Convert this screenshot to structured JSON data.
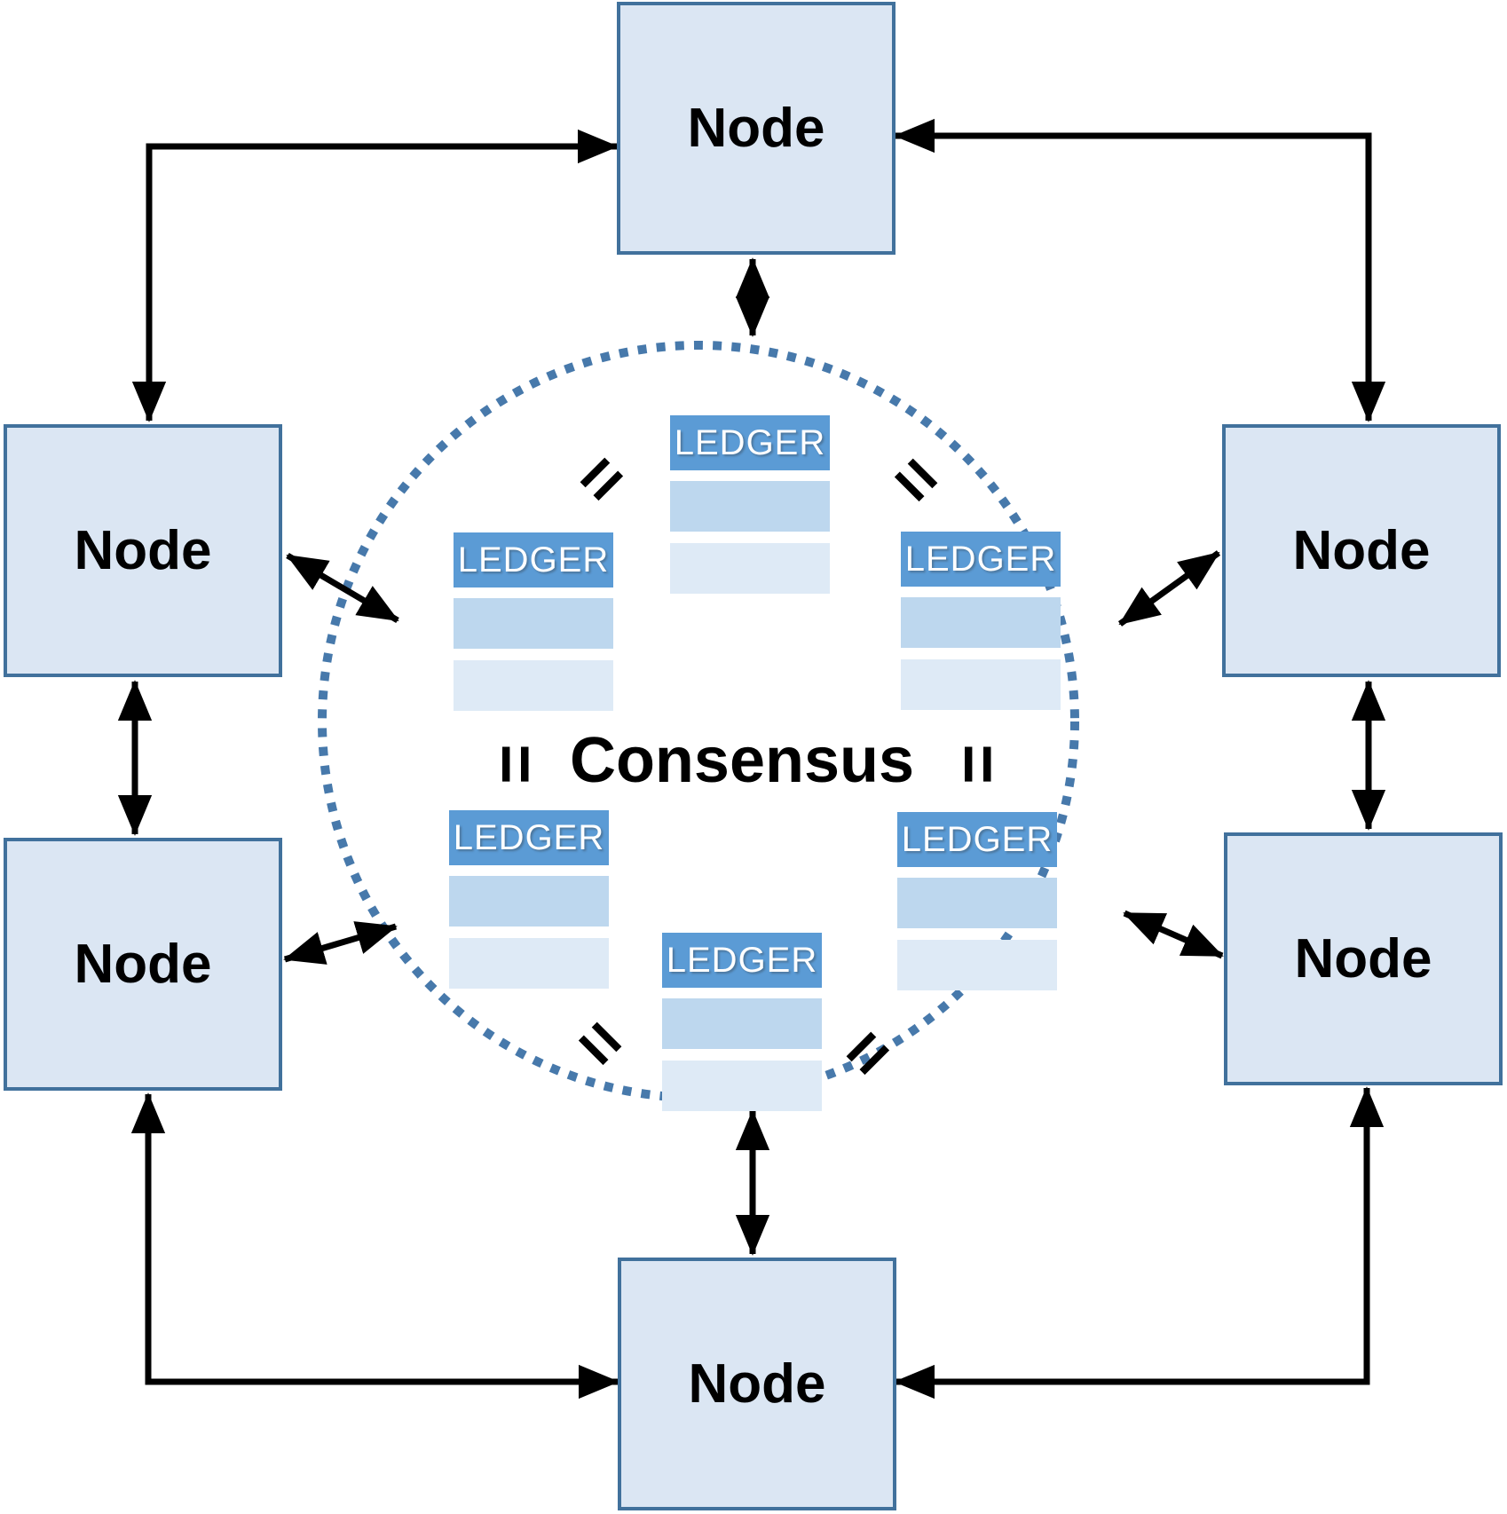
{
  "diagram": {
    "type": "network-consensus-diagram",
    "description_visible_text_only": true
  },
  "nodes": [
    {
      "id": "node-top",
      "label": "Node"
    },
    {
      "id": "node-left-upper",
      "label": "Node"
    },
    {
      "id": "node-left-lower",
      "label": "Node"
    },
    {
      "id": "node-right-upper",
      "label": "Node"
    },
    {
      "id": "node-right-lower",
      "label": "Node"
    },
    {
      "id": "node-bottom",
      "label": "Node"
    }
  ],
  "center_circle": {
    "label": "Consensus",
    "border_style": "dotted"
  },
  "ledgers": [
    {
      "position": "top-center",
      "header": "LEDGER"
    },
    {
      "position": "upper-left",
      "header": "LEDGER"
    },
    {
      "position": "upper-right",
      "header": "LEDGER"
    },
    {
      "position": "lower-left",
      "header": "LEDGER"
    },
    {
      "position": "lower-right",
      "header": "LEDGER"
    },
    {
      "position": "bottom-center",
      "header": "LEDGER"
    }
  ],
  "symbols": {
    "equals": "="
  },
  "colors": {
    "node_fill": "#dbe6f3",
    "node_border": "#41719c",
    "ledger_header": "#5b9bd5",
    "ledger_row_light": "#bdd7ee",
    "ledger_row_lighter": "#deeaf6",
    "circle_dots": "#4779ab",
    "arrows": "#000000",
    "ledger_text": "#ffffff",
    "text": "#000000"
  }
}
